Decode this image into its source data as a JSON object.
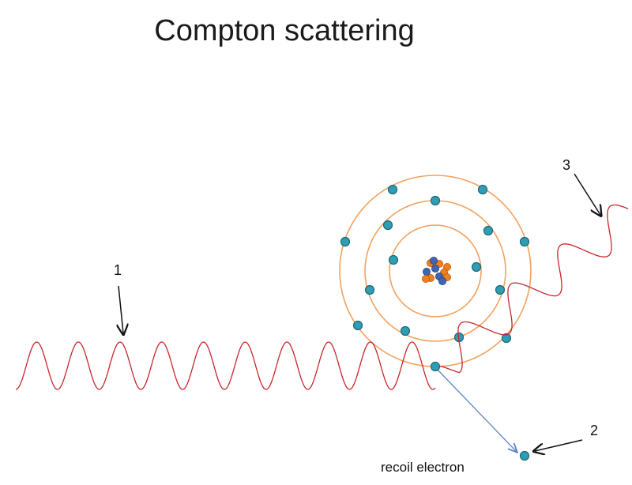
{
  "title": "Compton scattering",
  "labels": {
    "incident_photon": "1",
    "recoil_electron_number": "2",
    "scattered_photon": "3",
    "recoil_electron": "recoil electron"
  },
  "colors": {
    "wave": "#c8262b",
    "orbit": "#f2a15e",
    "electron_fill": "#2f9db3",
    "electron_stroke": "#1d6775",
    "proton": "#f07f1e",
    "neutron": "#3f66b3",
    "recoil_arrow": "#5b84c4",
    "pointer": "#111111"
  }
}
